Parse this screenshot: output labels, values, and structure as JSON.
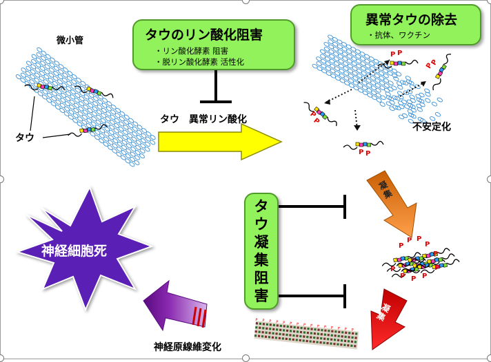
{
  "labels": {
    "microtubule": "微小管",
    "tau": "タウ",
    "abnormal_phospho": "タウ　異常リン酸化",
    "unstable": "不安定化",
    "aggregate_1": "凝集",
    "aggregate_2": "凝集",
    "neuronal_death": "神経細胞死",
    "nft_change": "神経原線維変化",
    "phospho_mark": "P"
  },
  "inhibit_box": {
    "title": "タウのリン酸化阻害",
    "items": [
      "・リン酸化酵素  阻害",
      "・脱リン酸化酵素  活性化"
    ]
  },
  "removal_box": {
    "title": "異常タウの除去",
    "items": [
      "・抗体、ワクチン"
    ]
  },
  "aggregation_box": {
    "title": "タウ凝集阻害",
    "chars": [
      "タ",
      "ウ",
      "凝",
      "集",
      "阻",
      "害"
    ]
  },
  "colors": {
    "box_green": "#92f25c",
    "yellow_arrow": "#ffff00",
    "orange_arrow": "#f57c0f",
    "red_arrow": "#ee1111",
    "purple_arrow": "#6b0a8c",
    "burst_purple": "#5a1fb5",
    "microtubule_blue": "#3a8fd6"
  }
}
